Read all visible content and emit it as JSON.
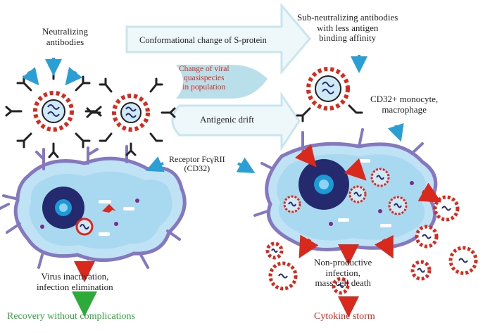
{
  "labels": {
    "neutralizing": [
      "Neutralizing",
      "antibodies"
    ],
    "conformational": "Conformational change of S-protein",
    "quasispecies": [
      "Change of viral",
      "quasispecies",
      "in population"
    ],
    "antigenic_drift": "Antigenic drift",
    "sub_neutralizing": [
      "Sub-neutralizing antibodies",
      "with less antigen",
      "binding affinity"
    ],
    "cd32_monocyte": [
      "CD32+ monocyte,",
      "macrophage"
    ],
    "receptor": [
      "Receptor FcγRII",
      "(CD32)"
    ],
    "virus_inactivation": [
      "Virus inactivation,",
      "infection elimination"
    ],
    "recovery": "Recovery without complications",
    "non_productive": [
      "Non-productive",
      "infection,",
      "mass cell death"
    ],
    "cytokine_storm": "Cytokine storm"
  },
  "colors": {
    "arrow_band": "#c9e6ee",
    "cell_membrane": "#8578c0",
    "cytoplasm": "#bfe2f5",
    "nucleus": "#252a6e",
    "nucleolus": "#1b9ad6",
    "virus_red": "#d9291c",
    "receptor_blue": "#2a9fd6",
    "outcome_good": "#2eaa3a",
    "outcome_bad": "#d9291c"
  }
}
